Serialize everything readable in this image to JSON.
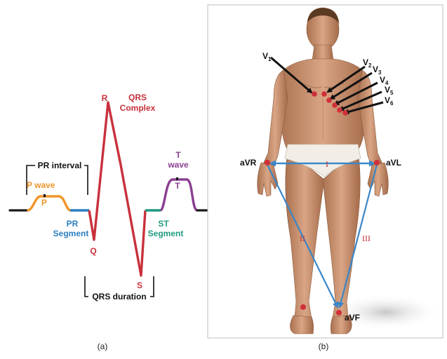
{
  "panel_a": {
    "caption": "(a)",
    "labels": {
      "pr_interval": "PR interval",
      "p_wave": "P wave",
      "p": "P",
      "pr_segment_1": "PR",
      "pr_segment_2": "Segment",
      "q": "Q",
      "r": "R",
      "s": "S",
      "qrs_complex_1": "QRS",
      "qrs_complex_2": "Complex",
      "qrs_duration": "QRS duration",
      "st_segment_1": "ST",
      "st_segment_2": "Segment",
      "t_wave_1": "T",
      "t_wave_2": "wave",
      "t": "T"
    },
    "colors": {
      "baseline": "#1a1a1a",
      "p_wave": "#f0952a",
      "pr_segment": "#2b7fc0",
      "qrs": "#c8313c",
      "st_segment": "#1f9a80",
      "t_wave": "#8b3f91"
    }
  },
  "panel_b": {
    "caption": "(b)",
    "labels": {
      "v1": "V",
      "v1_sub": "1",
      "v2": "V",
      "v2_sub": "2",
      "v3": "V",
      "v3_sub": "3",
      "v4": "V",
      "v4_sub": "4",
      "v5": "V",
      "v5_sub": "5",
      "v6": "V",
      "v6_sub": "6",
      "avr": "aVR",
      "avl": "aVL",
      "avf": "aVF",
      "lead_i": "I",
      "lead_ii": "II",
      "lead_iii": "III"
    },
    "colors": {
      "electrode": "#d0303a",
      "lead_line": "#3a86c8",
      "lead_label": "#c0303a",
      "skin": "#c89574"
    }
  }
}
